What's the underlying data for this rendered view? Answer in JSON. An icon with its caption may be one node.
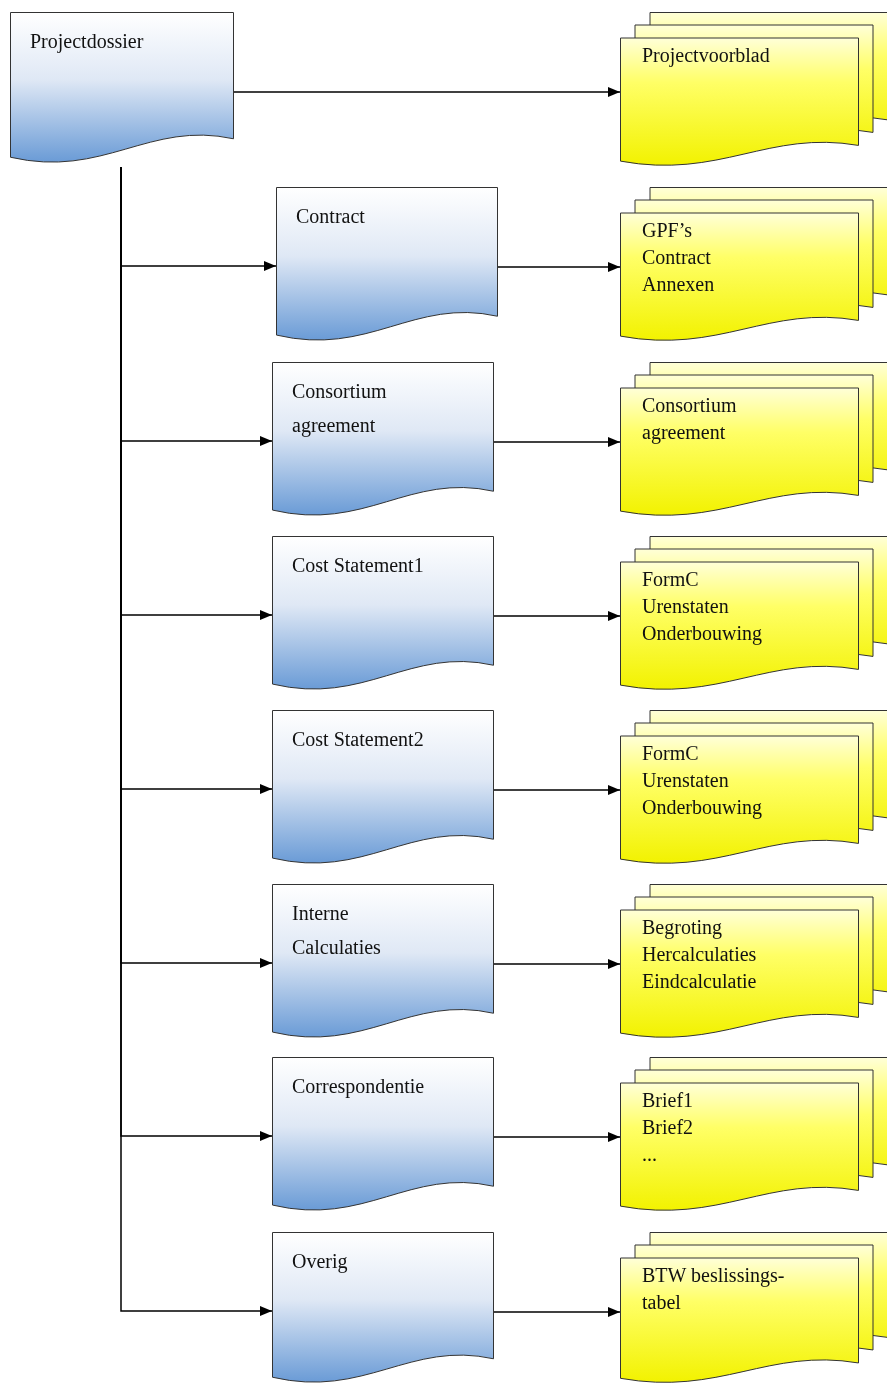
{
  "diagram": {
    "nodes": [
      {
        "text": [
          "Projectdossier"
        ]
      },
      {
        "text": [
          "Projectvoorblad"
        ]
      },
      {
        "text": [
          "Contract"
        ]
      },
      {
        "text": [
          "GPF’s",
          "Contract",
          "Annexen"
        ]
      },
      {
        "text": [
          "Consortium agreement"
        ]
      },
      {
        "text": [
          "Consortium agreement"
        ]
      },
      {
        "text": [
          "Cost Statement1"
        ]
      },
      {
        "text": [
          "FormC",
          "Urenstaten",
          "Onderbouwing"
        ]
      },
      {
        "text": [
          "Cost Statement2"
        ]
      },
      {
        "text": [
          "FormC",
          "Urenstaten",
          "Onderbouwing"
        ]
      },
      {
        "text": [
          "Interne Calculaties"
        ]
      },
      {
        "text": [
          "Begroting",
          "Hercalculaties",
          "Eindcalculatie"
        ]
      },
      {
        "text": [
          "Correspondentie"
        ]
      },
      {
        "text": [
          "Brief1",
          "Brief2",
          "..."
        ]
      },
      {
        "text": [
          "Overig"
        ]
      },
      {
        "text": [
          "BTW beslissings-tabel"
        ]
      }
    ],
    "edges": [
      {
        "from": 0,
        "to": 1,
        "arrow": "to"
      },
      {
        "from": 0,
        "to": 2,
        "arrow": "to"
      },
      {
        "from": 2,
        "to": 3,
        "arrow": "to"
      },
      {
        "from": 0,
        "to": 4,
        "arrow": "to"
      },
      {
        "from": 4,
        "to": 5,
        "arrow": "to"
      },
      {
        "from": 0,
        "to": 6,
        "arrow": "to"
      },
      {
        "from": 6,
        "to": 7,
        "arrow": "to"
      },
      {
        "from": 0,
        "to": 8,
        "arrow": "to"
      },
      {
        "from": 8,
        "to": 9,
        "arrow": "to"
      },
      {
        "from": 0,
        "to": 10,
        "arrow": "to"
      },
      {
        "from": 10,
        "to": 11,
        "arrow": "to"
      },
      {
        "from": 0,
        "to": 12,
        "arrow": "to"
      },
      {
        "from": 12,
        "to": 13,
        "arrow": "to"
      },
      {
        "from": 0,
        "to": 14,
        "arrow": "to"
      },
      {
        "from": 14,
        "to": 15,
        "arrow": "to"
      }
    ]
  }
}
